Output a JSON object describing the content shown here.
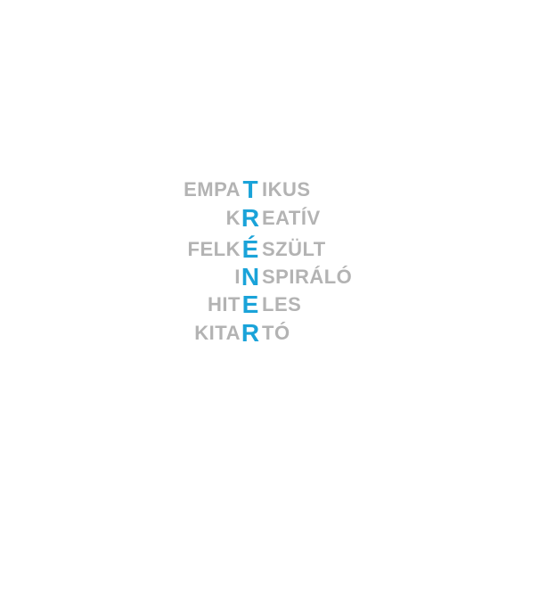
{
  "accent_color": "#1aa3d9",
  "text_color": "#b3b3b3",
  "rows": [
    {
      "before": "EMPA",
      "key": "T",
      "after": "IKUS"
    },
    {
      "before": "K",
      "key": "R",
      "after": "EATÍV"
    },
    {
      "before": "FELK",
      "key": "É",
      "after": "SZÜLT"
    },
    {
      "before": "I",
      "key": "N",
      "after": "SPIRÁLÓ"
    },
    {
      "before": "HIT",
      "key": "E",
      "after": "LES"
    },
    {
      "before": "KITA",
      "key": "R",
      "after": "TÓ"
    }
  ]
}
